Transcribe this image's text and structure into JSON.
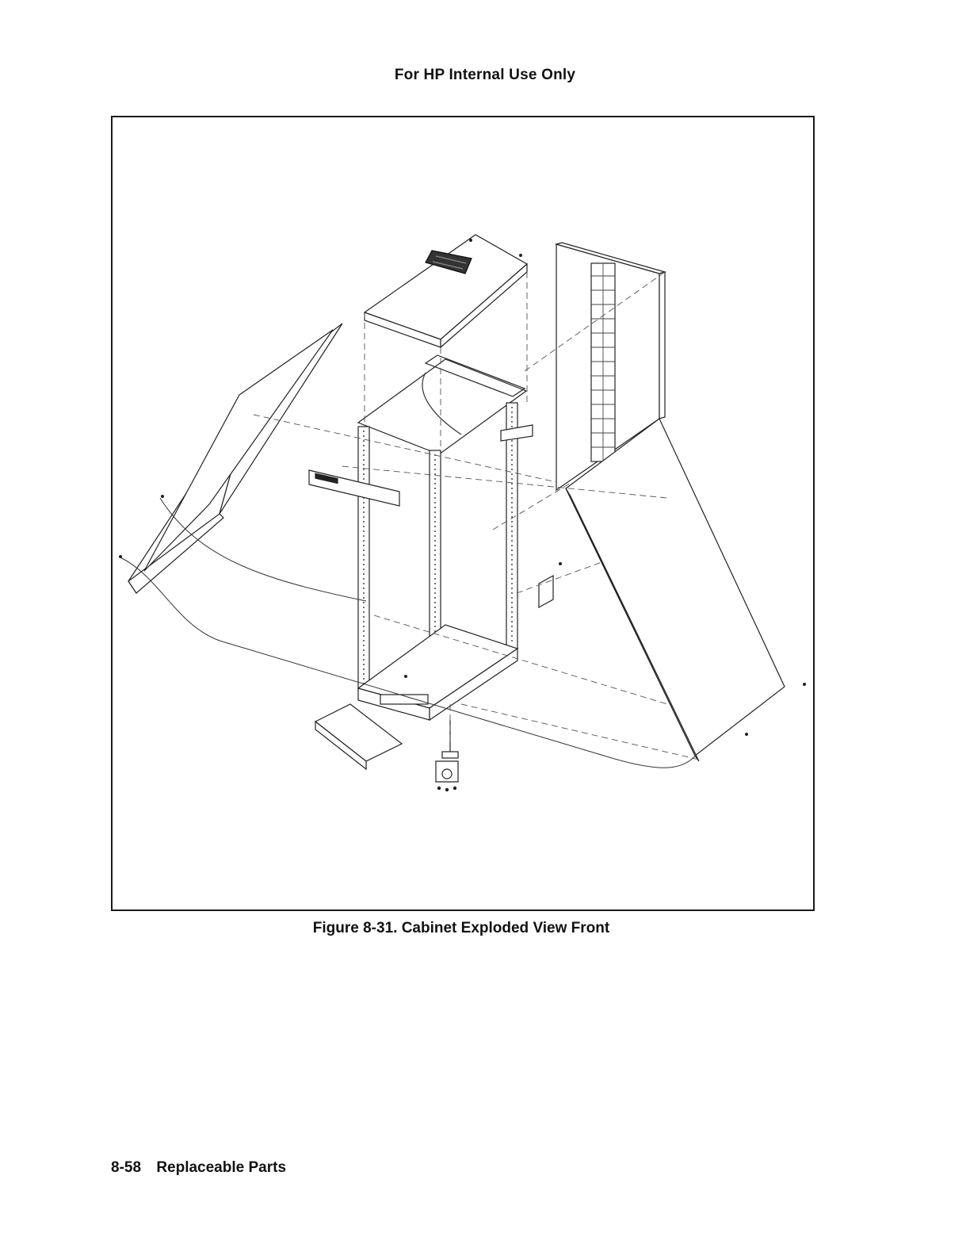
{
  "header": {
    "notice": "For HP Internal Use Only"
  },
  "figure": {
    "caption": "Figure 8-31. Cabinet Exploded View Front",
    "line_color": "#222222"
  },
  "footer": {
    "page_number": "8-58",
    "section_title": "Replaceable Parts"
  }
}
